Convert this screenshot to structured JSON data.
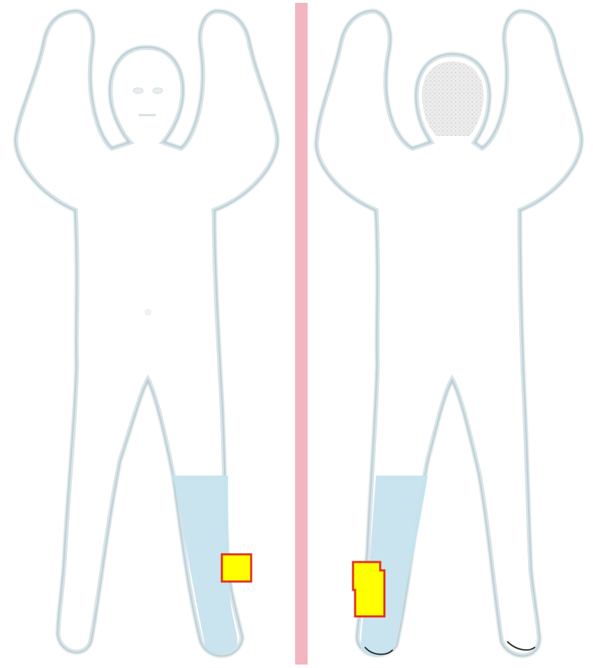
{
  "colors": {
    "background": "#ffffff",
    "body_fill": "#ffffff",
    "body_outline": "#b9cdd3",
    "divider": "#f2b6c1",
    "zone_highlight": "#c6e3ee",
    "alert_fill": "#ffff00",
    "alert_border": "#e0301e"
  },
  "views": [
    {
      "view": "front",
      "highlighted_zone": "right-lower-leg",
      "alert_indicators": 1
    },
    {
      "view": "back",
      "highlighted_zone": "left-lower-leg",
      "alert_indicators": 1
    }
  ],
  "icons": {
    "front_figure": "front-body-figure-icon",
    "back_figure": "back-body-figure-icon",
    "alert": "alert-box-icon"
  }
}
